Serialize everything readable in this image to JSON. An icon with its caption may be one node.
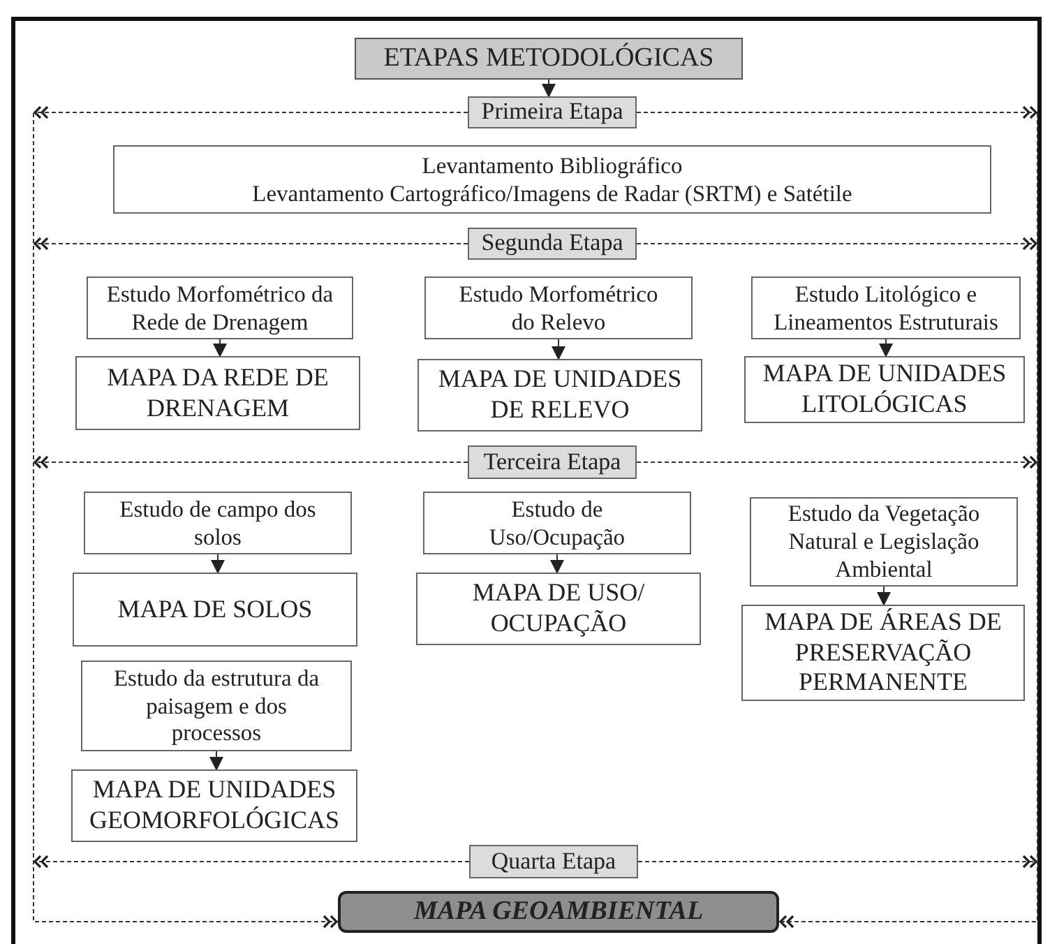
{
  "diagram": {
    "nodes": [
      {
        "text": [
          "ETAPAS METODOLÓGICAS"
        ]
      },
      {
        "text": [
          "Primeira Etapa"
        ]
      },
      {
        "text": [
          "Levantamento Bibliográfico",
          "Levantamento Cartográfico/Imagens de Radar (SRTM) e Satétile"
        ]
      },
      {
        "text": [
          "Segunda Etapa"
        ]
      },
      {
        "text": [
          "Estudo Morfométrico da Rede de Drenagem"
        ]
      },
      {
        "text": [
          "MAPA DA REDE DE DRENAGEM"
        ]
      },
      {
        "text": [
          "Estudo Morfométrico do Relevo"
        ]
      },
      {
        "text": [
          "MAPA DE UNIDADES DE RELEVO"
        ]
      },
      {
        "text": [
          "Estudo Litológico e Lineamentos Estruturais"
        ]
      },
      {
        "text": [
          "MAPA DE UNIDADES LITOLÓGICAS"
        ]
      },
      {
        "text": [
          "Terceira Etapa"
        ]
      },
      {
        "text": [
          "Estudo de campo dos solos"
        ]
      },
      {
        "text": [
          "MAPA DE SOLOS"
        ]
      },
      {
        "text": [
          "Estudo da estrutura da paisagem e dos processos"
        ]
      },
      {
        "text": [
          "MAPA DE UNIDADES GEOMORFOLÓGICAS"
        ]
      },
      {
        "text": [
          "Estudo de Uso/Ocupação"
        ]
      },
      {
        "text": [
          "MAPA DE USO/ OCUPAÇÃO"
        ]
      },
      {
        "text": [
          "Estudo da Vegetação Natural e Legislação Ambiental"
        ]
      },
      {
        "text": [
          "MAPA DE ÁREAS DE PRESERVAÇÃO PERMANENTE"
        ]
      },
      {
        "text": [
          "Quarta Etapa"
        ]
      },
      {
        "text": [
          "MAPA GEOAMBIENTAL"
        ]
      }
    ],
    "edges": [
      {
        "from": 0,
        "to": 1,
        "arrow": "to"
      },
      {
        "from": 4,
        "to": 5,
        "arrow": "to"
      },
      {
        "from": 6,
        "to": 7,
        "arrow": "to"
      },
      {
        "from": 8,
        "to": 9,
        "arrow": "to"
      },
      {
        "from": 11,
        "to": 12,
        "arrow": "to"
      },
      {
        "from": 13,
        "to": 14,
        "arrow": "to"
      },
      {
        "from": 15,
        "to": 16,
        "arrow": "to"
      },
      {
        "from": 17,
        "to": 18,
        "arrow": "to"
      },
      {
        "from": 1,
        "to": null,
        "arrow": "to",
        "style": "dashed"
      },
      {
        "from": 1,
        "to": null,
        "arrow": "to",
        "style": "dashed"
      },
      {
        "from": 3,
        "to": null,
        "arrow": "to",
        "style": "dashed"
      },
      {
        "from": 3,
        "to": null,
        "arrow": "to",
        "style": "dashed"
      },
      {
        "from": 10,
        "to": null,
        "arrow": "to",
        "style": "dashed"
      },
      {
        "from": 10,
        "to": null,
        "arrow": "to",
        "style": "dashed"
      },
      {
        "from": 19,
        "to": null,
        "arrow": "to",
        "style": "dashed"
      },
      {
        "from": 19,
        "to": null,
        "arrow": "to",
        "style": "dashed"
      },
      {
        "from": null,
        "to": 20,
        "arrow": "to",
        "style": "dashed"
      },
      {
        "from": null,
        "to": 20,
        "arrow": "to",
        "style": "dashed"
      }
    ]
  }
}
